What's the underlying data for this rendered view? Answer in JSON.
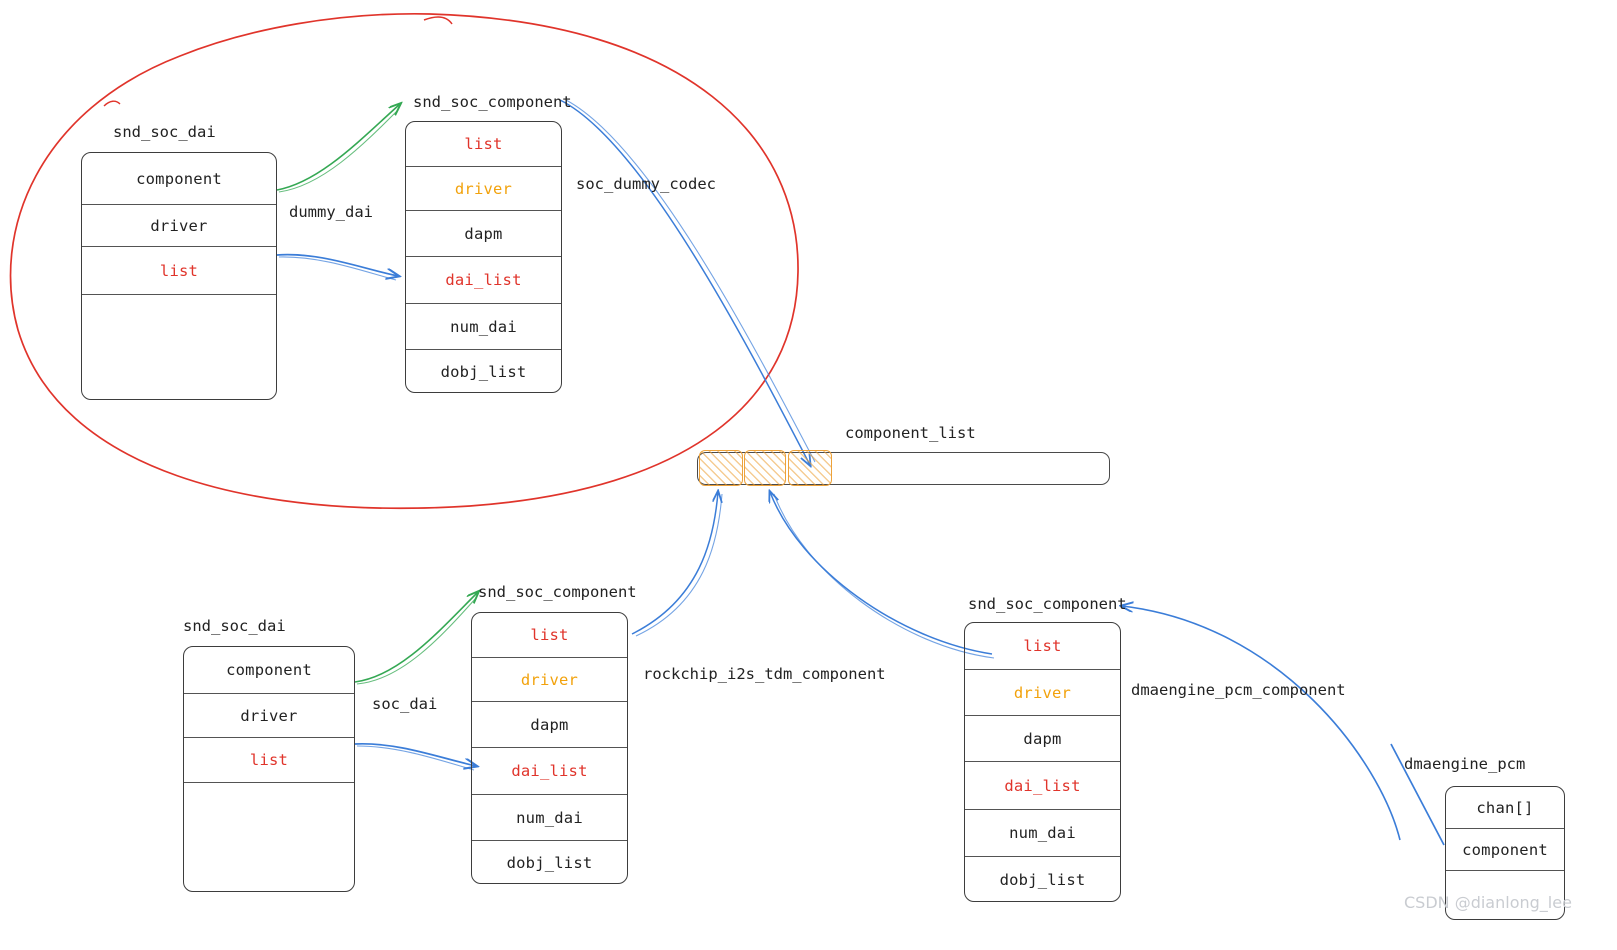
{
  "diagram": {
    "title": "ASoC snd_soc_component / snd_soc_dai relationship diagram",
    "colors": {
      "red": "#e0342b",
      "orange": "#f2a20c",
      "green": "#34a853",
      "blue": "#3b7dd8",
      "stroke": "#3d3d3d",
      "cell_fill": "#eda23a",
      "watermark": "#c9ccd1"
    },
    "watermark": "CSDN @dianlong_lee"
  },
  "structs": {
    "dummy_dai": {
      "caption": "snd_soc_dai",
      "rows": [
        {
          "label": "component",
          "color": "black"
        },
        {
          "label": "driver",
          "color": "black"
        },
        {
          "label": "list",
          "color": "red"
        },
        {
          "label": "",
          "color": "black"
        }
      ]
    },
    "dummy_codec_component": {
      "caption": "snd_soc_component",
      "rows": [
        {
          "label": "list",
          "color": "red"
        },
        {
          "label": "driver",
          "color": "orange"
        },
        {
          "label": "dapm",
          "color": "black"
        },
        {
          "label": "dai_list",
          "color": "red"
        },
        {
          "label": "num_dai",
          "color": "black"
        },
        {
          "label": "dobj_list",
          "color": "black"
        }
      ]
    },
    "soc_dai": {
      "caption": "snd_soc_dai",
      "rows": [
        {
          "label": "component",
          "color": "black"
        },
        {
          "label": "driver",
          "color": "black"
        },
        {
          "label": "list",
          "color": "red"
        },
        {
          "label": "",
          "color": "black"
        }
      ]
    },
    "i2s_tdm_component": {
      "caption": "snd_soc_component",
      "rows": [
        {
          "label": "list",
          "color": "red"
        },
        {
          "label": "driver",
          "color": "orange"
        },
        {
          "label": "dapm",
          "color": "black"
        },
        {
          "label": "dai_list",
          "color": "red"
        },
        {
          "label": "num_dai",
          "color": "black"
        },
        {
          "label": "dobj_list",
          "color": "black"
        }
      ]
    },
    "dmaengine_component": {
      "caption": "snd_soc_component",
      "rows": [
        {
          "label": "list",
          "color": "red"
        },
        {
          "label": "driver",
          "color": "orange"
        },
        {
          "label": "dapm",
          "color": "black"
        },
        {
          "label": "dai_list",
          "color": "red"
        },
        {
          "label": "num_dai",
          "color": "black"
        },
        {
          "label": "dobj_list",
          "color": "black"
        }
      ]
    },
    "dmaengine_pcm": {
      "caption": "dmaengine_pcm",
      "rows": [
        {
          "label": "chan[]",
          "color": "black"
        },
        {
          "label": "component",
          "color": "black"
        },
        {
          "label": "",
          "color": "black"
        }
      ]
    },
    "component_list": {
      "caption": "component_list",
      "cells": 3
    }
  },
  "edge_labels": {
    "dummy_dai": "dummy_dai",
    "soc_dummy_codec": "soc_dummy_codec",
    "soc_dai": "soc_dai",
    "rockchip_i2s_tdm_component": "rockchip_i2s_tdm_component",
    "dmaengine_pcm_component": "dmaengine_pcm_component"
  }
}
